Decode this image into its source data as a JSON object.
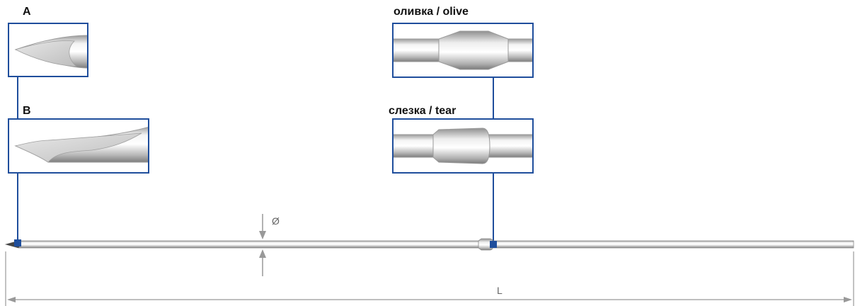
{
  "labels": {
    "tip_a": "A",
    "tip_b": "B",
    "olive": "оливка / olive",
    "tear": "слезка / tear",
    "diameter": "Ø",
    "length": "L"
  },
  "colors": {
    "frame": "#1f4e9c",
    "marker": "#1f4e9c",
    "dimension": "#999999",
    "metal_light": "#f2f2f2",
    "metal_dark": "#8a8a8a"
  },
  "icons": {
    "tip_a": "beveled-needle-tip-icon",
    "tip_b": "curved-needle-tip-icon",
    "olive": "olive-bulge-icon",
    "tear": "tear-bulge-icon"
  }
}
